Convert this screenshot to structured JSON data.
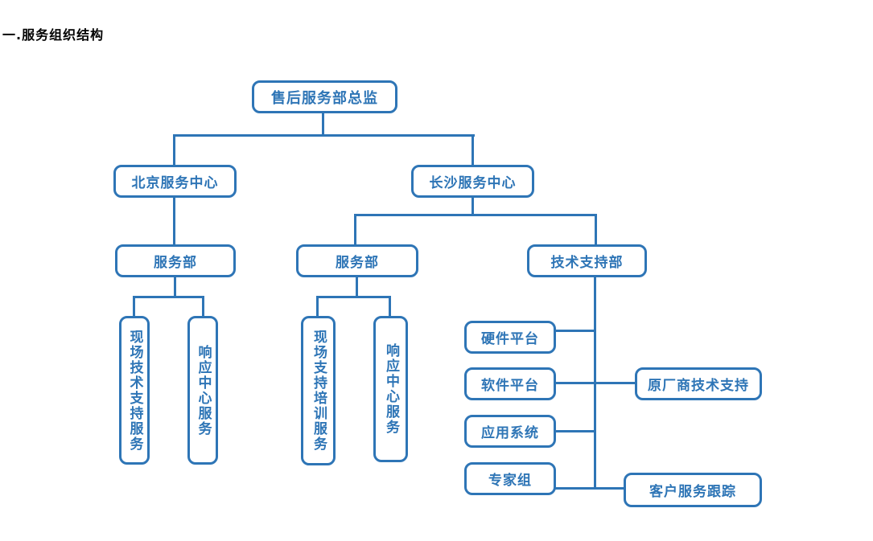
{
  "title": "一.服务组织结构",
  "colors": {
    "accent": "#2E75B6",
    "background": "#FFFFFF",
    "title_text": "#000000"
  },
  "diagram": {
    "type": "org-chart",
    "nodes": {
      "director": "售后服务部总监",
      "beijing_center": "北京服务中心",
      "changsha_center": "长沙服务中心",
      "beijing_service_dept": "服务部",
      "changsha_service_dept": "服务部",
      "tech_support_dept": "技术支持部",
      "onsite_tech_support_service": "现场技术支持服务",
      "response_center_service_bj": "响应中心服务",
      "onsite_support_training_service": "现场支持培训服务",
      "response_center_service_cs": "响应中心服务",
      "hardware_platform": "硬件平台",
      "software_platform": "软件平台",
      "application_system": "应用系统",
      "expert_group": "专家组",
      "oem_tech_support": "原厂商技术支持",
      "customer_service_tracking": "客户服务跟踪"
    },
    "edges": [
      {
        "from": "director",
        "to": "beijing_center"
      },
      {
        "from": "director",
        "to": "changsha_center"
      },
      {
        "from": "beijing_center",
        "to": "beijing_service_dept"
      },
      {
        "from": "beijing_service_dept",
        "to": "onsite_tech_support_service"
      },
      {
        "from": "beijing_service_dept",
        "to": "response_center_service_bj"
      },
      {
        "from": "changsha_center",
        "to": "changsha_service_dept"
      },
      {
        "from": "changsha_center",
        "to": "tech_support_dept"
      },
      {
        "from": "changsha_service_dept",
        "to": "onsite_support_training_service"
      },
      {
        "from": "changsha_service_dept",
        "to": "response_center_service_cs"
      },
      {
        "from": "tech_support_dept",
        "to": "hardware_platform"
      },
      {
        "from": "tech_support_dept",
        "to": "software_platform"
      },
      {
        "from": "tech_support_dept",
        "to": "application_system"
      },
      {
        "from": "tech_support_dept",
        "to": "expert_group"
      },
      {
        "from": "software_platform",
        "to": "oem_tech_support"
      },
      {
        "from": "expert_group",
        "to": "customer_service_tracking"
      }
    ]
  }
}
